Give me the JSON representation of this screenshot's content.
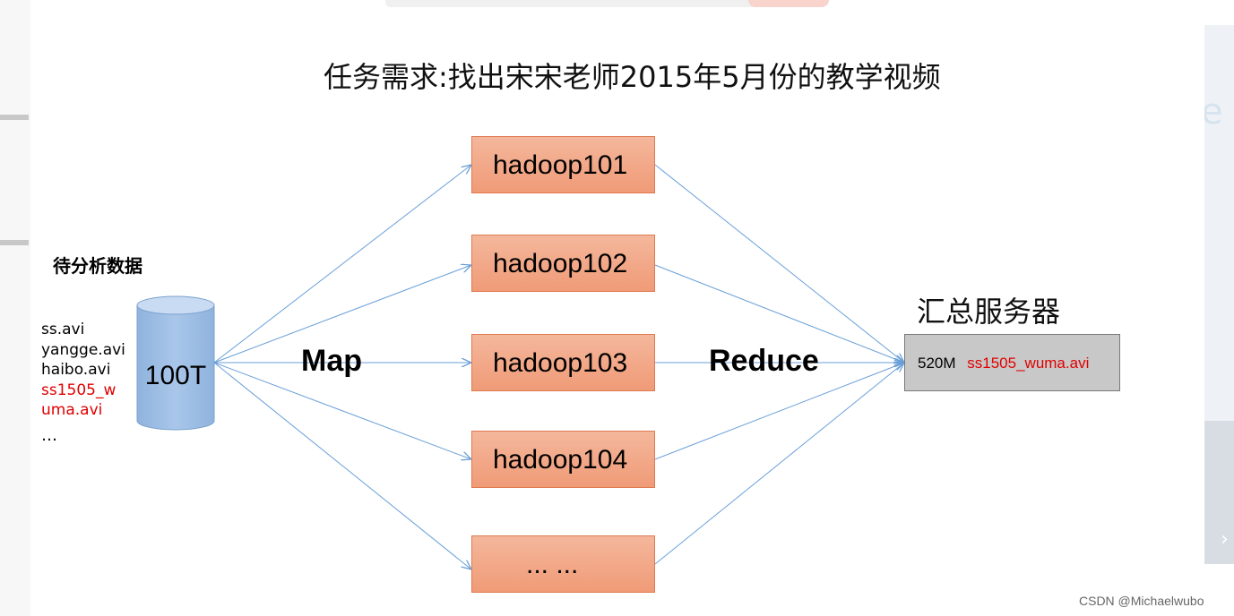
{
  "title": "任务需求:找出宋宋老师2015年5月份的教学视频",
  "input": {
    "label": "待分析数据",
    "files": [
      "ss.avi",
      "yangge.avi",
      "haibo.avi"
    ],
    "highlight_file_line1": "ss1505_w",
    "highlight_file_line2": "uma.avi",
    "more": "…",
    "storage_size": "100T"
  },
  "phases": {
    "map": "Map",
    "reduce": "Reduce"
  },
  "nodes": [
    "hadoop101",
    "hadoop102",
    "hadoop103",
    "hadoop104",
    "... ..."
  ],
  "server": {
    "label": "汇总服务器",
    "size": "520M",
    "file": "ss1505_wuma.avi"
  },
  "watermark": {
    "csdn": "CSDN @Michaelwubo"
  },
  "colors": {
    "node_fill": "#f4b79c",
    "arrow": "#6a9fd8",
    "highlight_text": "#e00000",
    "server_fill": "#c8c8c8"
  }
}
